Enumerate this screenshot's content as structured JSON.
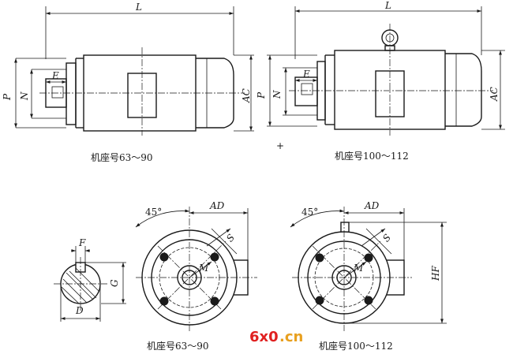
{
  "captions": {
    "side_small": "机座号63～90",
    "side_large": "机座号100～112",
    "front_small": "机座号63～90",
    "front_large": "机座号100～112"
  },
  "dims": {
    "L": "L",
    "P": "P",
    "N": "N",
    "E": "E",
    "AC": "AC",
    "AD": "AD",
    "S": "S",
    "M": "M",
    "F": "F",
    "G": "G",
    "D": "D",
    "HF": "HF",
    "angle": "45°"
  },
  "watermark": {
    "part1": "6x0",
    "part2": ".cn",
    "color1": "#e02020",
    "color2": "#e8a020"
  }
}
